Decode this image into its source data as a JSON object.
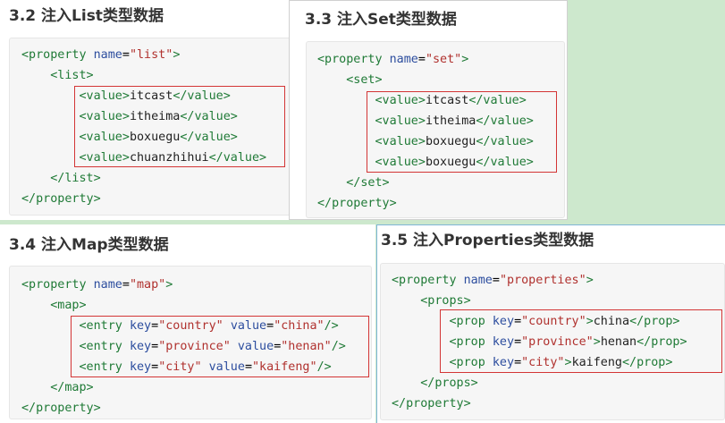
{
  "panels": [
    {
      "title": "3.2 注入List类型数据",
      "lines": [
        {
          "indent": 0,
          "open_tag": "<property",
          "attr": "name",
          "value": "\"list\"",
          "close": ">"
        },
        {
          "indent": 1,
          "tag": "<list>"
        },
        {
          "indent": 2,
          "text_open": "<value>",
          "text": "itcast",
          "text_close": "</value>"
        },
        {
          "indent": 2,
          "text_open": "<value>",
          "text": "itheima",
          "text_close": "</value>"
        },
        {
          "indent": 2,
          "text_open": "<value>",
          "text": "boxuegu",
          "text_close": "</value>"
        },
        {
          "indent": 2,
          "text_open": "<value>",
          "text": "chuanzhihui",
          "text_close": "</value>"
        },
        {
          "indent": 1,
          "tag": "</list>"
        },
        {
          "indent": 0,
          "tag": "</property>"
        }
      ]
    },
    {
      "title": "3.3 注入Set类型数据",
      "lines": [
        {
          "indent": 0,
          "open_tag": "<property",
          "attr": "name",
          "value": "\"set\"",
          "close": ">"
        },
        {
          "indent": 1,
          "tag": "<set>"
        },
        {
          "indent": 2,
          "text_open": "<value>",
          "text": "itcast",
          "text_close": "</value>"
        },
        {
          "indent": 2,
          "text_open": "<value>",
          "text": "itheima",
          "text_close": "</value>"
        },
        {
          "indent": 2,
          "text_open": "<value>",
          "text": "boxuegu",
          "text_close": "</value>"
        },
        {
          "indent": 2,
          "text_open": "<value>",
          "text": "boxuegu",
          "text_close": "</value>"
        },
        {
          "indent": 1,
          "tag": "</set>"
        },
        {
          "indent": 0,
          "tag": "</property>"
        }
      ]
    },
    {
      "title": "3.4 注入Map类型数据",
      "lines": [
        {
          "indent": 0,
          "open_tag": "<property",
          "attr": "name",
          "value": "\"map\"",
          "close": ">"
        },
        {
          "indent": 1,
          "tag": "<map>"
        },
        {
          "indent": 2,
          "entry_open": "<entry",
          "k_attr": "key",
          "k_val": "\"country\"",
          "v_attr": "value",
          "v_val": "\"china\"",
          "entry_close": "/>"
        },
        {
          "indent": 2,
          "entry_open": "<entry",
          "k_attr": "key",
          "k_val": "\"province\"",
          "v_attr": "value",
          "v_val": "\"henan\"",
          "entry_close": "/>"
        },
        {
          "indent": 2,
          "entry_open": "<entry",
          "k_attr": "key",
          "k_val": "\"city\"",
          "v_attr": "value",
          "v_val": "\"kaifeng\"",
          "entry_close": "/>"
        },
        {
          "indent": 1,
          "tag": "</map>"
        },
        {
          "indent": 0,
          "tag": "</property>"
        }
      ]
    },
    {
      "title": "3.5 注入Properties类型数据",
      "lines": [
        {
          "indent": 0,
          "open_tag": "<property",
          "attr": "name",
          "value": "\"properties\"",
          "close": ">"
        },
        {
          "indent": 1,
          "tag": "<props>"
        },
        {
          "indent": 2,
          "prop_open": "<prop",
          "k_attr": "key",
          "k_val": "\"country\"",
          "prop_mid": ">",
          "text": "china",
          "prop_close": "</prop>"
        },
        {
          "indent": 2,
          "prop_open": "<prop",
          "k_attr": "key",
          "k_val": "\"province\"",
          "prop_mid": ">",
          "text": "henan",
          "prop_close": "</prop>"
        },
        {
          "indent": 2,
          "prop_open": "<prop",
          "k_attr": "key",
          "k_val": "\"city\"",
          "prop_mid": ">",
          "text": "kaifeng",
          "prop_close": "</prop>"
        },
        {
          "indent": 1,
          "tag": "</props>"
        },
        {
          "indent": 0,
          "tag": "</property>"
        }
      ]
    }
  ],
  "colors": {
    "tag": "#1f7a36",
    "attr": "#2c4d9e",
    "value": "#b0312e",
    "text": "#222222",
    "highlight_box": "#d33535",
    "background": "#cde8cd"
  }
}
